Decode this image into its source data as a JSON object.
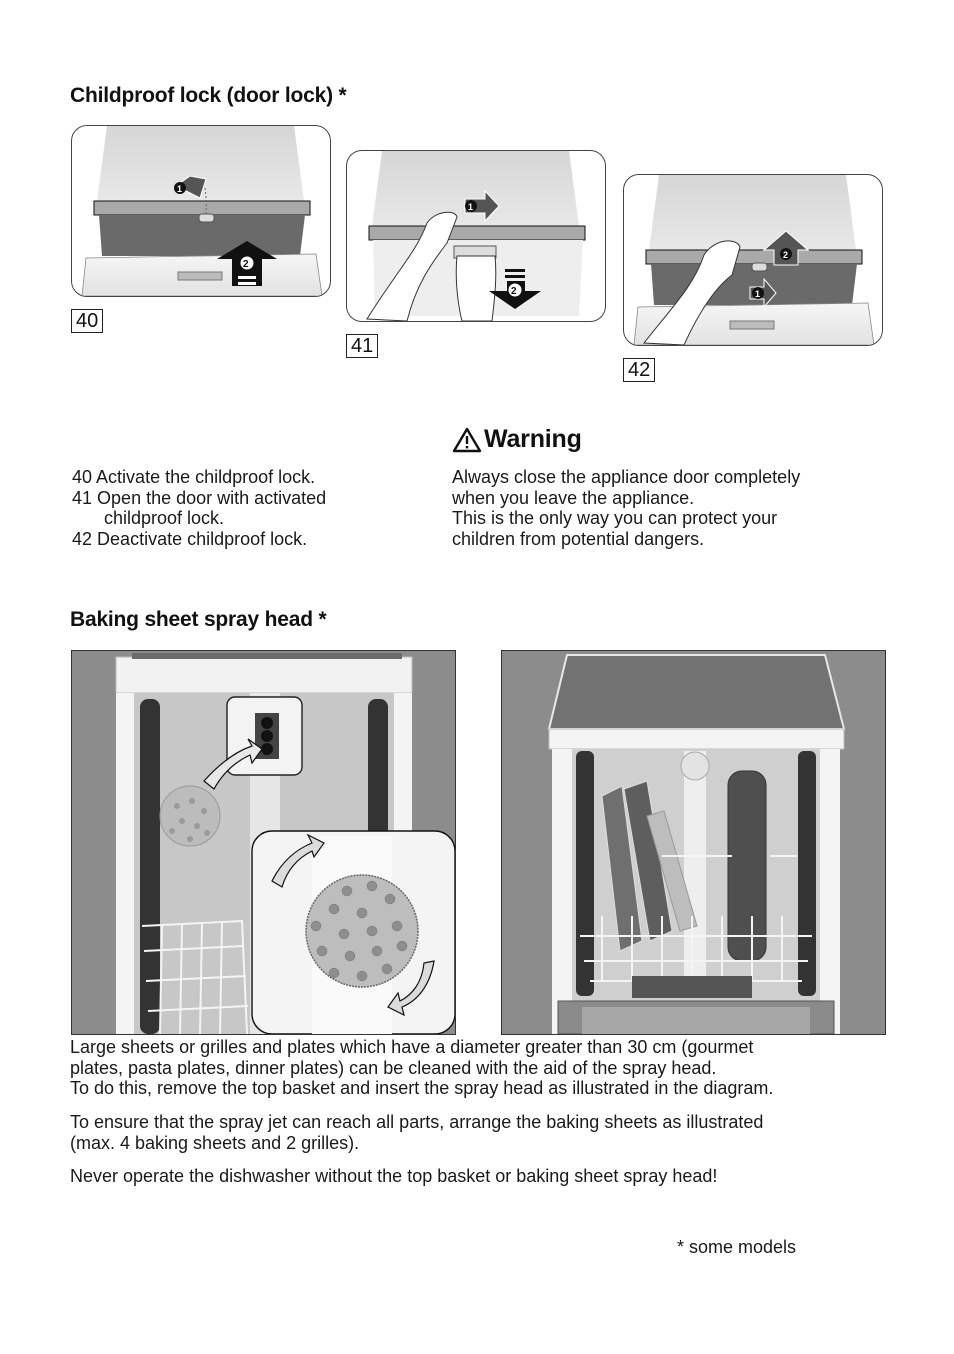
{
  "sections": {
    "childproof": {
      "title": "Childproof lock (door lock) *",
      "figures": [
        {
          "number": "40",
          "step1": "1",
          "step2": "2"
        },
        {
          "number": "41",
          "step1": "1",
          "step2": "2"
        },
        {
          "number": "42",
          "step1": "1",
          "step2": "2"
        }
      ],
      "legend": [
        {
          "num": "40",
          "text": "Activate the childproof lock."
        },
        {
          "num": "41",
          "text": "Open the door with activated",
          "cont": "childproof lock."
        },
        {
          "num": "42",
          "text": "Deactivate childproof lock."
        }
      ],
      "warning": {
        "icon": "warning-triangle-icon",
        "title": "Warning",
        "lines": [
          "Always close the appliance door completely",
          "when you leave the appliance.",
          "This is the only way you can protect your",
          "children from potential dangers."
        ]
      }
    },
    "spray_head": {
      "title": "Baking sheet spray head *",
      "paragraphs": [
        [
          "Large sheets or grilles and plates which have a diameter greater than 30 cm (gourmet",
          "plates, pasta plates, dinner plates) can be cleaned with the aid of the spray head.",
          "To do this, remove the top basket and insert the spray head as illustrated in the diagram."
        ],
        [
          "To ensure that the spray jet can reach all parts, arrange the baking sheets as illustrated",
          "(max. 4 baking sheets and 2 grilles)."
        ],
        [
          "Never operate the dishwasher without the top basket or baking sheet spray head!"
        ]
      ]
    }
  },
  "footnote": "* some models",
  "colors": {
    "text": "#111111",
    "panel_dark": "#6a6a6a",
    "panel_mid": "#a8a8a8",
    "panel_light": "#dcdcdc",
    "photo_bg": "#8a8a8a"
  }
}
